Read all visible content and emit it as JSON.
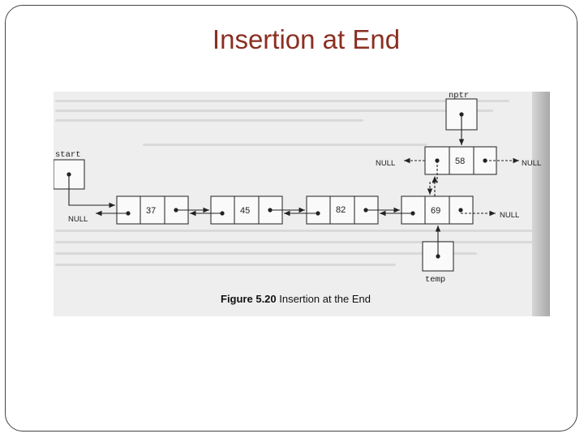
{
  "slide": {
    "title": "Insertion at End"
  },
  "figure": {
    "caption_number": "Figure 5.20",
    "caption_text": "Insertion at the End"
  },
  "diagram": {
    "pointers": {
      "start": "start",
      "nptr": "nptr",
      "temp": "temp"
    },
    "null_label": "NULL",
    "list_values": [
      "37",
      "45",
      "82",
      "69"
    ],
    "new_node_value": "58"
  }
}
